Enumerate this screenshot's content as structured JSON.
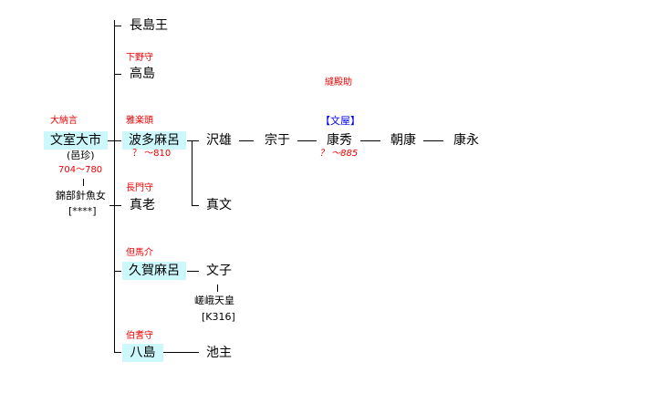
{
  "root": {
    "title": "大納言",
    "name": "文室大市",
    "alias": "(邑珍)",
    "years": "704～780",
    "spouse": "錦部針魚女",
    "spouse_code": "[****]"
  },
  "children": {
    "nagashima": {
      "name": "長島王"
    },
    "takashima": {
      "title": "下野守",
      "name": "高島"
    },
    "hatamaro": {
      "title": "雅楽頭",
      "name": "波多麻呂",
      "years": "？ ～810"
    },
    "maoi": {
      "title": "長門守",
      "name": "真老"
    },
    "kugamaro": {
      "title": "但馬介",
      "name": "久賀麻呂"
    },
    "yashima": {
      "title": "伯耆守",
      "name": "八島"
    }
  },
  "grandchildren": {
    "sawao": "沢雄",
    "mafumi": "真文",
    "ayako": "文子",
    "ayako_spouse": "嵯峨天皇",
    "ayako_spouse_code": "[K316]",
    "ikenushi": "池主"
  },
  "line": {
    "muneyuki": "宗于",
    "yasuhide": {
      "title": "縫殿助",
      "clan": "【文屋】",
      "name": "康秀",
      "years": "？ ～885"
    },
    "asayasu": "朝康",
    "yasunaga": "康永"
  }
}
